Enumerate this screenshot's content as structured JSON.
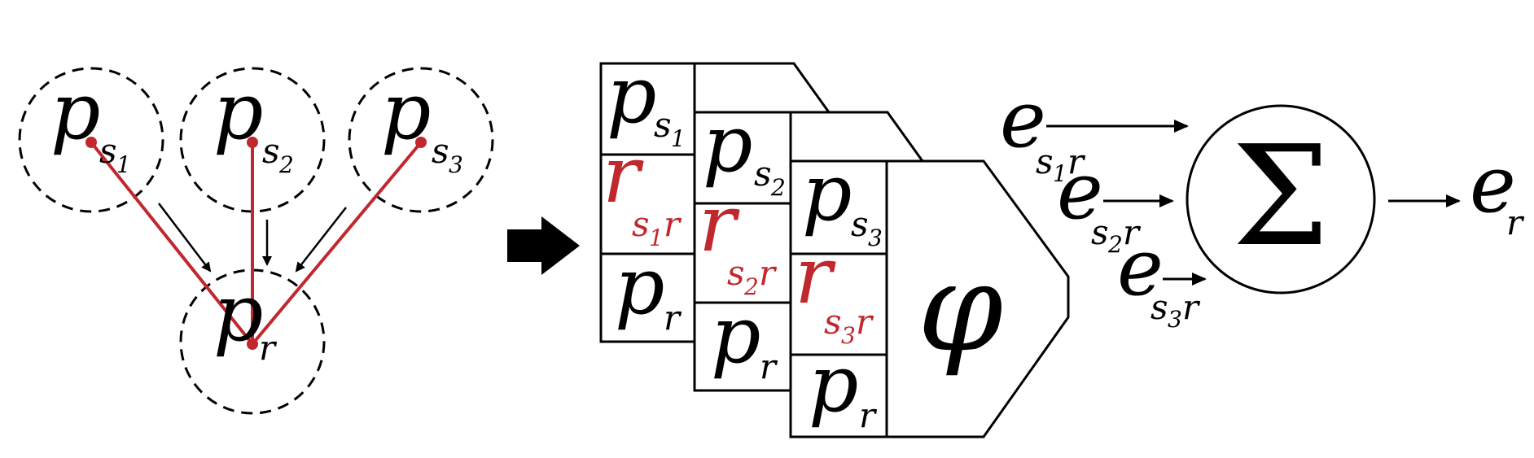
{
  "colors": {
    "ink": "#000000",
    "accent": "#c0282e"
  },
  "left": {
    "nodes": [
      {
        "letter": "p",
        "sub": "s",
        "subsub": "1"
      },
      {
        "letter": "p",
        "sub": "s",
        "subsub": "2"
      },
      {
        "letter": "p",
        "sub": "s",
        "subsub": "3"
      }
    ],
    "target": {
      "letter": "p",
      "sub": "r"
    }
  },
  "stacks": [
    {
      "ps": "p",
      "ps_sub": "s",
      "ps_subsub": "1",
      "r": "r",
      "r_sub": "s",
      "r_subsub": "1",
      "r_tail": "r",
      "pr": "p",
      "pr_sub": "r"
    },
    {
      "ps": "p",
      "ps_sub": "s",
      "ps_subsub": "2",
      "r": "r",
      "r_sub": "s",
      "r_subsub": "2",
      "r_tail": "r",
      "pr": "p",
      "pr_sub": "r"
    },
    {
      "ps": "p",
      "ps_sub": "s",
      "ps_subsub": "3",
      "r": "r",
      "r_sub": "s",
      "r_subsub": "3",
      "r_tail": "r",
      "pr": "p",
      "pr_sub": "r"
    }
  ],
  "phi": "φ",
  "edges": [
    {
      "e": "e",
      "sub": "s",
      "subsub": "1",
      "tail": "r"
    },
    {
      "e": "e",
      "sub": "s",
      "subsub": "2",
      "tail": "r"
    },
    {
      "e": "e",
      "sub": "s",
      "subsub": "3",
      "tail": "r"
    }
  ],
  "sum": "Σ",
  "output": {
    "e": "e",
    "sub": "r"
  }
}
